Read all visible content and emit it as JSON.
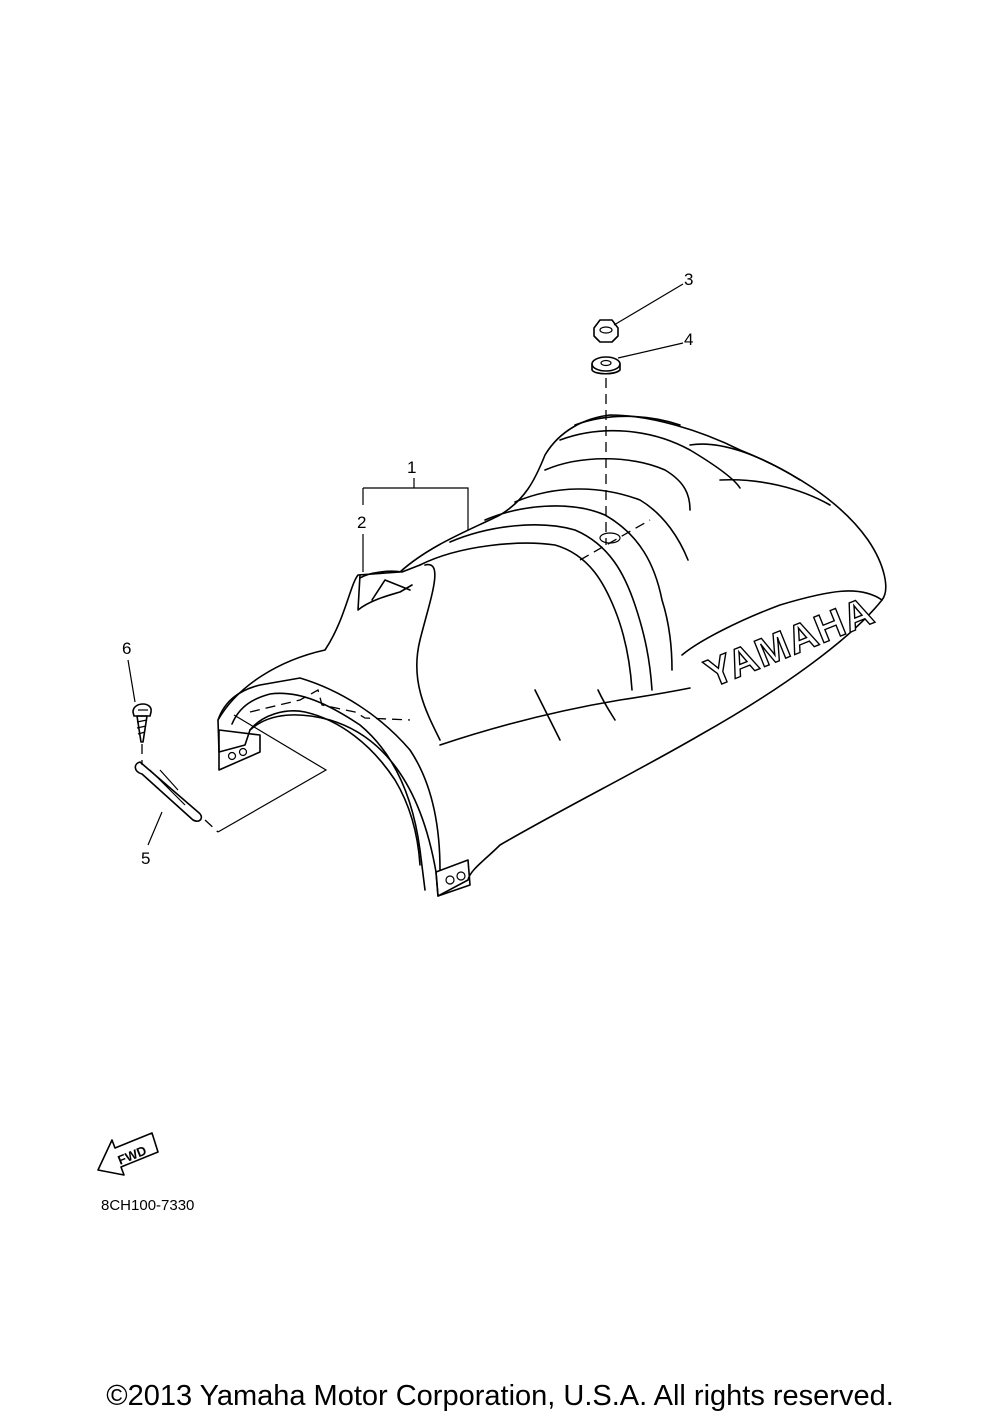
{
  "callouts": {
    "c1": "1",
    "c2": "2",
    "c3": "3",
    "c4": "4",
    "c5": "5",
    "c6": "6"
  },
  "seat_logo": "YAMAHA",
  "fwd_label": "FWD",
  "diagram_code": "8CH100-7330",
  "copyright": "©2013 Yamaha Motor Corporation, U.S.A. All rights reserved."
}
